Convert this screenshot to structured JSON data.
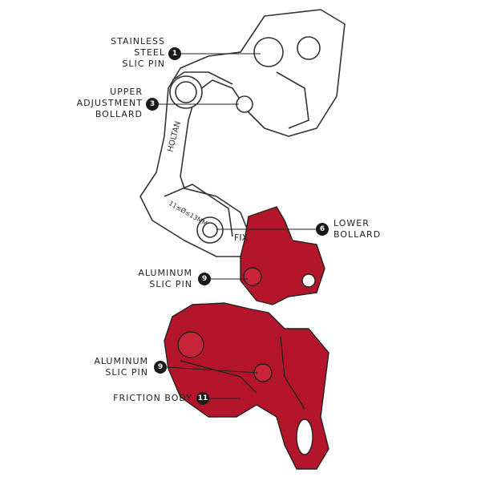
{
  "callouts": [
    {
      "number": "1",
      "lines": [
        "STAINLESS",
        "STEEL",
        "SLIC PIN"
      ]
    },
    {
      "number": "3",
      "lines": [
        "UPPER",
        "ADJUSTMENT",
        "BOLLARD"
      ]
    },
    {
      "number": "6",
      "lines": [
        "LOWER",
        "BOLLARD"
      ]
    },
    {
      "number": "9",
      "lines": [
        "ALUMINUM",
        "SLIC PIN"
      ]
    },
    {
      "number": "9",
      "lines": [
        "ALUMINUM",
        "SLIC PIN"
      ]
    },
    {
      "number": "11",
      "lines": [
        "FRICTION BODY"
      ]
    }
  ],
  "device_markings": {
    "side": "HOLTAN",
    "range": "11≤Ø≤13MM",
    "mode": "FIX"
  },
  "colors": {
    "body_red": "#b5152b",
    "outline": "#333333",
    "badge": "#1a1a1a"
  }
}
